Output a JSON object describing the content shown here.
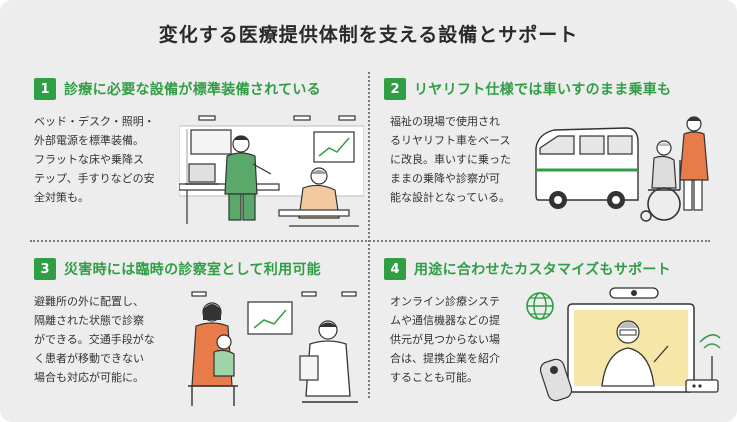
{
  "title": "変化する医療提供体制を支える設備とサポート",
  "sections": [
    {
      "number": "1",
      "heading": "診療に必要な設備が標準装備されている",
      "body": "ベッド・デスク・照明・\n外部電源を標準装備。\nフラットな床や乗降ス\nテップ、手すりなどの安\n全対策も。"
    },
    {
      "number": "2",
      "heading": "リヤリフト仕様では車いすのまま乗車も",
      "body": "福祉の現場で使用され\nるリヤリフト車をベース\nに改良。車いすに乗った\nままの乗降や診察が可\n能な設計となっている。"
    },
    {
      "number": "3",
      "heading": "災害時には臨時の診察室として利用可能",
      "body": "避難所の外に配置し、\n隔離された状態で診察\nができる。交通手段がな\nく患者が移動できない\n場合も対応が可能に。"
    },
    {
      "number": "4",
      "heading": "用途に合わせたカスタマイズもサポート",
      "body": "オンライン診療システ\nムや通信機器などの提\n供元が見つからない場\n合は、提携企業を紹介\nすることも可能。"
    }
  ],
  "colors": {
    "accent": "#2f9e44",
    "background": "#ededed",
    "text": "#333333"
  },
  "icons": [
    "globe-icon",
    "wifi-signal-icon",
    "thermometer-icon",
    "webcam-icon"
  ]
}
